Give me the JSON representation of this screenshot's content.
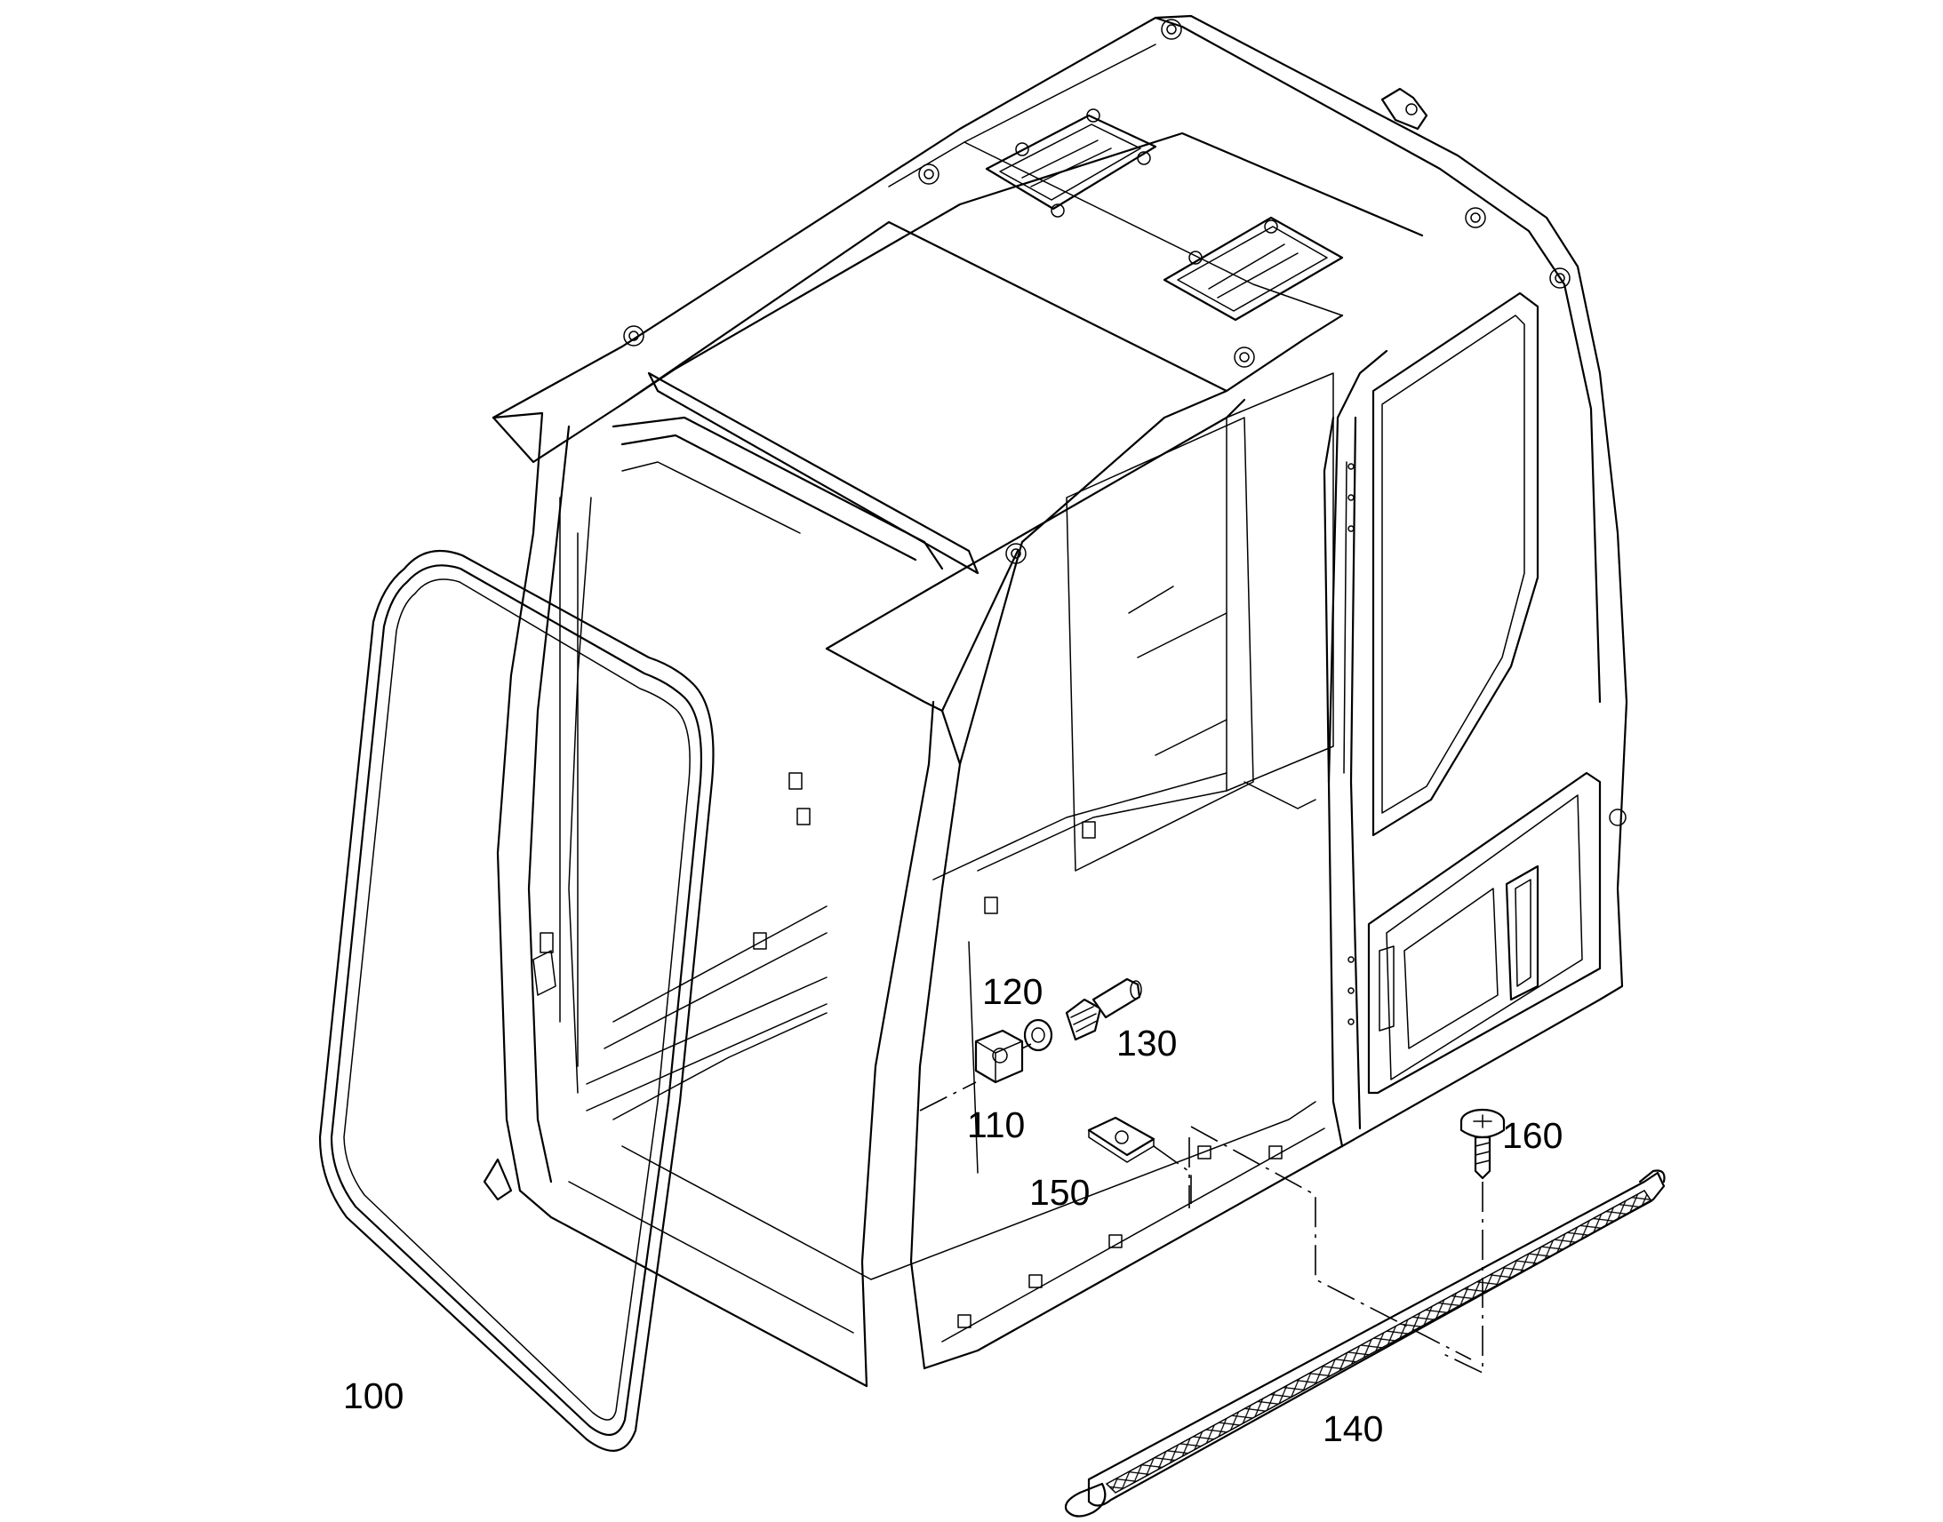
{
  "diagram": {
    "labels": {
      "p100": "100",
      "p110": "110",
      "p120": "120",
      "p130": "130",
      "p140": "140",
      "p150": "150",
      "p160": "160"
    }
  }
}
